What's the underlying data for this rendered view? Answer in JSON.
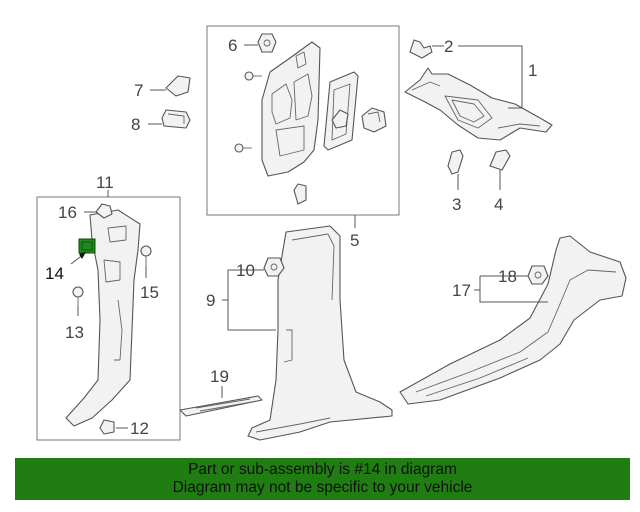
{
  "callouts": {
    "c1": "1",
    "c2": "2",
    "c3": "3",
    "c4": "4",
    "c5": "5",
    "c6": "6",
    "c7": "7",
    "c8": "8",
    "c9": "9",
    "c10": "10",
    "c11": "11",
    "c12": "12",
    "c13": "13",
    "c14": "14",
    "c15": "15",
    "c16": "16",
    "c17": "17",
    "c18": "18",
    "c19": "19"
  },
  "highlighted_part": "14",
  "colors": {
    "banner": "#1f7d12",
    "highlight": "#1e8a1e",
    "line": "#555555"
  },
  "banner": {
    "line1": "Part or sub-assembly is #14 in diagram",
    "line2": "Diagram may not be specific to your vehicle"
  }
}
